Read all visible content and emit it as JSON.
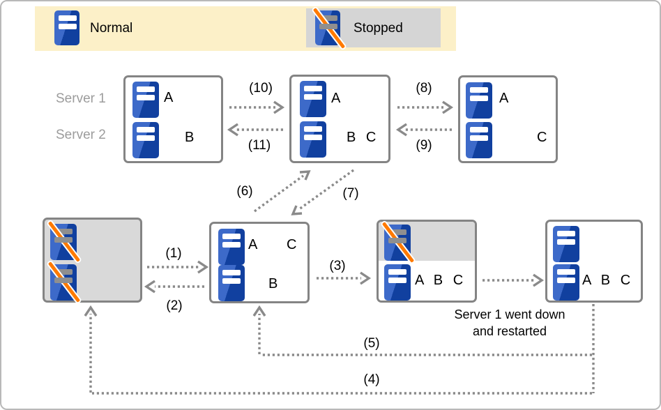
{
  "legend": {
    "normal": "Normal",
    "stopped": "Stopped"
  },
  "server_labels": {
    "server1": "Server 1",
    "server2": "Server 2"
  },
  "note": {
    "line1": "Server 1 went down",
    "line2": "and restarted"
  },
  "arrow_labels": {
    "a1": "(1)",
    "a2": "(2)",
    "a3": "(3)",
    "a4": "(4)",
    "a5": "(5)",
    "a6": "(6)",
    "a7": "(7)",
    "a8": "(8)",
    "a9": "(9)",
    "a10": "(10)",
    "a11": "(11)"
  },
  "boxes": {
    "top_left": {
      "row1": "A",
      "row2": "B"
    },
    "top_middle": {
      "row1": "A",
      "row2": "B C"
    },
    "top_right": {
      "row1": "A",
      "row2": "C"
    },
    "bottom_middle": {
      "row1_a": "A",
      "row1_c": "C",
      "row2": "B"
    },
    "bottom_restarted": {
      "row2": "A B C"
    },
    "bottom_right": {
      "row2": "A B C"
    }
  },
  "icons": {
    "normal_icon": "server-normal",
    "stopped_icon": "server-stopped-orange-slash"
  },
  "colors": {
    "server_blue_light": "#3d6ac9",
    "server_blue_dark": "#11409f",
    "slash_orange": "#ff7a00",
    "legend_bg": "#fcf0c8",
    "stopped_bg": "#d5d5d5",
    "arrow_gray": "#8a8a8a",
    "box_border": "#848484"
  }
}
